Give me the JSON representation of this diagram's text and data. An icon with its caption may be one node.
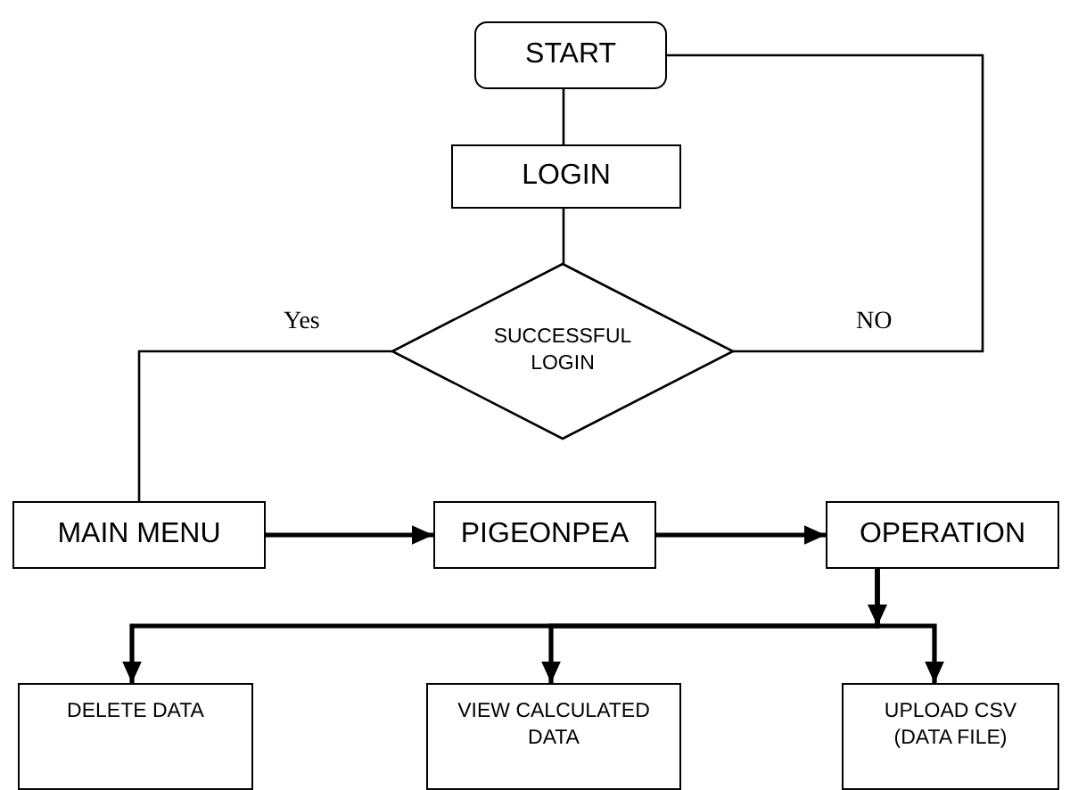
{
  "diagram": {
    "nodes": [
      {
        "text": [
          "START"
        ]
      },
      {
        "text": [
          "LOGIN"
        ]
      },
      {
        "text": [
          "SUCCESSFUL LOGIN"
        ]
      },
      {
        "text": [
          "MAIN MENU"
        ]
      },
      {
        "text": [
          "PIGEONPEA"
        ]
      },
      {
        "text": [
          "OPERATION"
        ]
      },
      {
        "text": [
          "DELETE DATA"
        ]
      },
      {
        "text": [
          "VIEW CALCULATED DATA"
        ]
      },
      {
        "text": [
          "UPLOAD CSV (DATA FILE)"
        ]
      }
    ],
    "edges": [
      {
        "from": 0,
        "to": 1,
        "arrow": "none"
      },
      {
        "from": 1,
        "to": 2,
        "arrow": "none"
      },
      {
        "from": 2,
        "to": 3,
        "label": "Yes",
        "arrow": "none"
      },
      {
        "from": 2,
        "to": 0,
        "label": "NO",
        "arrow": "none"
      },
      {
        "from": 3,
        "to": 4,
        "arrow": "to"
      },
      {
        "from": 4,
        "to": 5,
        "arrow": "to"
      },
      {
        "from": 5,
        "to": 6,
        "arrow": "to"
      },
      {
        "from": 5,
        "to": 7,
        "arrow": "to"
      },
      {
        "from": 5,
        "to": 8,
        "arrow": "to"
      }
    ]
  }
}
